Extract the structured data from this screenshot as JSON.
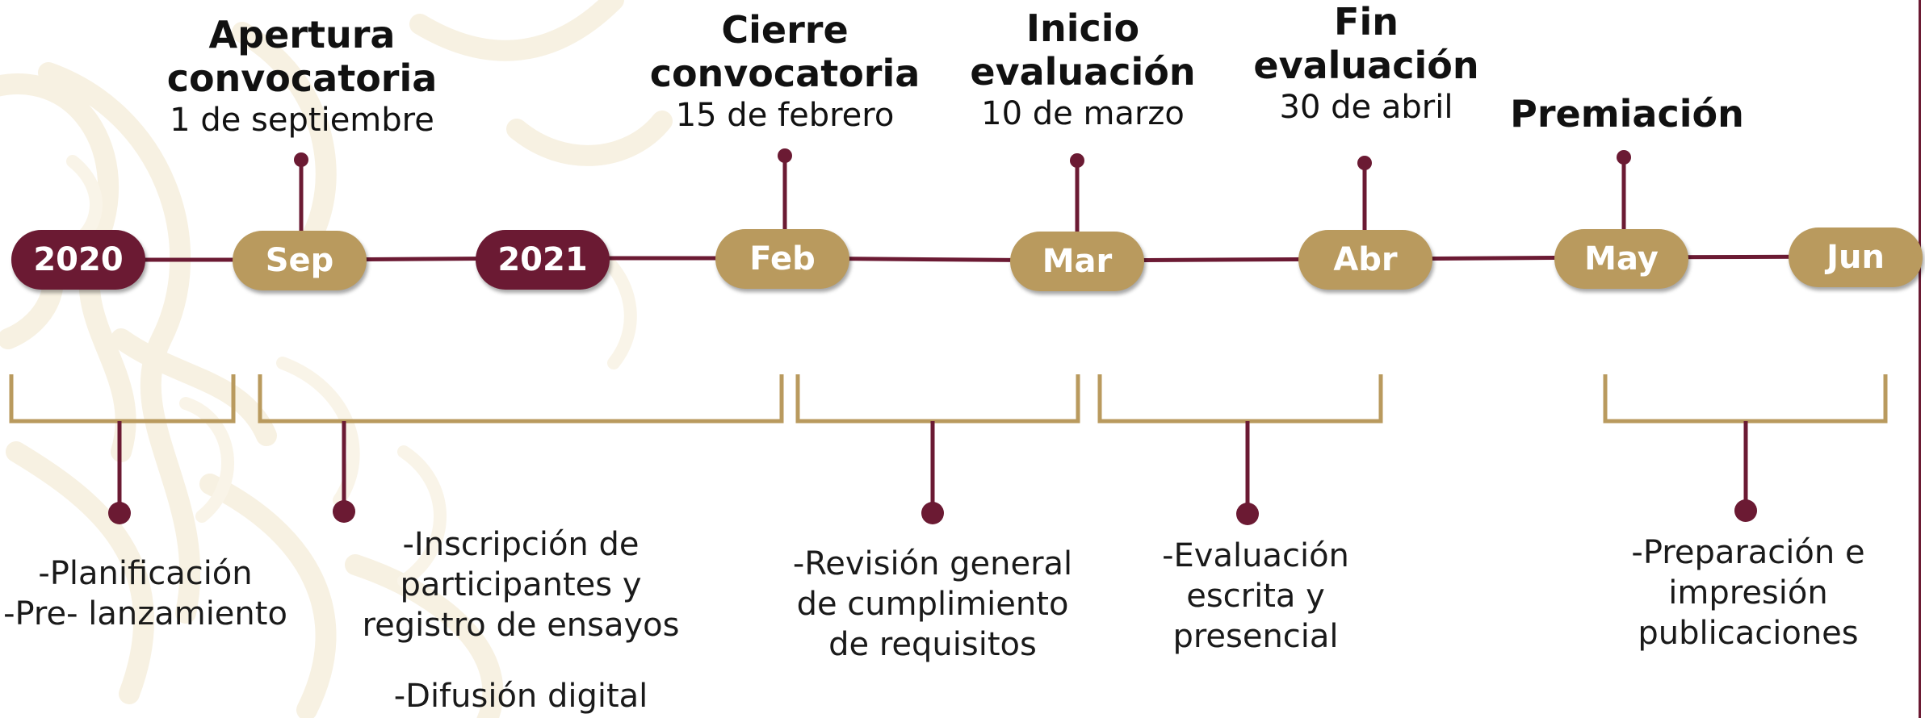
{
  "colors": {
    "maroon": "#6b1a33",
    "gold": "#b99a5e",
    "ornament": "#f7f1e2"
  },
  "pills": [
    {
      "label": "2020",
      "kind": "year"
    },
    {
      "label": "Sep",
      "kind": "month"
    },
    {
      "label": "2021",
      "kind": "year"
    },
    {
      "label": "Feb",
      "kind": "month"
    },
    {
      "label": "Mar",
      "kind": "month"
    },
    {
      "label": "Abr",
      "kind": "month"
    },
    {
      "label": "May",
      "kind": "month"
    },
    {
      "label": "Jun",
      "kind": "month"
    }
  ],
  "milestones": [
    {
      "title": "Apertura convocatoria",
      "date": "1 de septiembre"
    },
    {
      "title": "Cierre convocatoria",
      "date": "15 de febrero"
    },
    {
      "title": "Inicio evaluación",
      "date": "10 de marzo"
    },
    {
      "title": "Fin evaluación",
      "date": "30 de abril"
    },
    {
      "title": "Premiación",
      "date": ""
    }
  ],
  "phases": [
    {
      "text": "-Planificación\n-Pre- lanzamiento"
    },
    {
      "text": "-Inscripción de\nparticipantes y\nregistro de ensayos"
    },
    {
      "text": "-Difusión digital"
    },
    {
      "text": "-Revisión general\nde cumplimiento\nde requisitos"
    },
    {
      "text": "-Evaluación\nescrita y\npresencial"
    },
    {
      "text": "-Preparación e\nimpresión\npublicaciones"
    }
  ]
}
